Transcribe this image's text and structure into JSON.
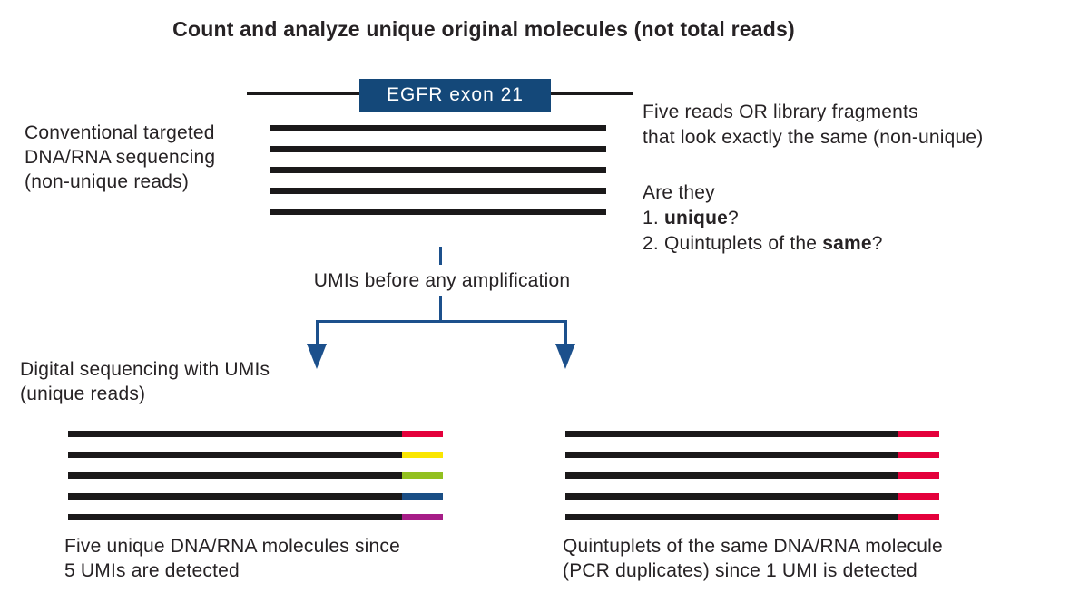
{
  "title": "Count and analyze unique original molecules (not total reads)",
  "gene_box": {
    "label": "EGFR exon 21"
  },
  "labels": {
    "conventional": {
      "lines": [
        "Conventional targeted",
        "DNA/RNA sequencing",
        "(non-unique reads)"
      ]
    },
    "digital": {
      "lines": [
        "Digital sequencing with UMIs",
        "(unique reads)"
      ]
    }
  },
  "right_info": {
    "description_lines": [
      "Five reads OR library fragments",
      "that look exactly the same (non-unique)"
    ],
    "question_intro": "Are they",
    "questions": [
      {
        "prefix": "1. ",
        "bold": "unique",
        "suffix": "?"
      },
      {
        "prefix": "2. Quintuplets of the ",
        "bold": "same",
        "suffix": "?"
      }
    ]
  },
  "flow": {
    "umi_label": "UMIs before any amplification"
  },
  "captions": {
    "left": {
      "lines": [
        "Five unique DNA/RNA molecules since",
        "5 UMIs are detected"
      ]
    },
    "right": {
      "lines": [
        "Quintuplets of the same DNA/RNA molecule",
        "(PCR duplicates) since 1 UMI is detected"
      ]
    }
  },
  "read_groups": {
    "top": {
      "count": 5,
      "tip_color_keys": []
    },
    "left": {
      "count": 5,
      "tip_color_keys": [
        "red",
        "yellow",
        "green",
        "blue",
        "purple"
      ]
    },
    "right": {
      "count": 5,
      "tip_color_keys": [
        "red",
        "red",
        "red",
        "red",
        "red"
      ]
    }
  },
  "colors": {
    "text": "#262224",
    "read_black": "#1B191A",
    "navy_box": "#144879",
    "navy_arrow": "#1C508C",
    "red": "#E4003B",
    "yellow": "#FAE600",
    "green": "#92C01F",
    "blue": "#1A4E85",
    "purple": "#A61D87"
  }
}
